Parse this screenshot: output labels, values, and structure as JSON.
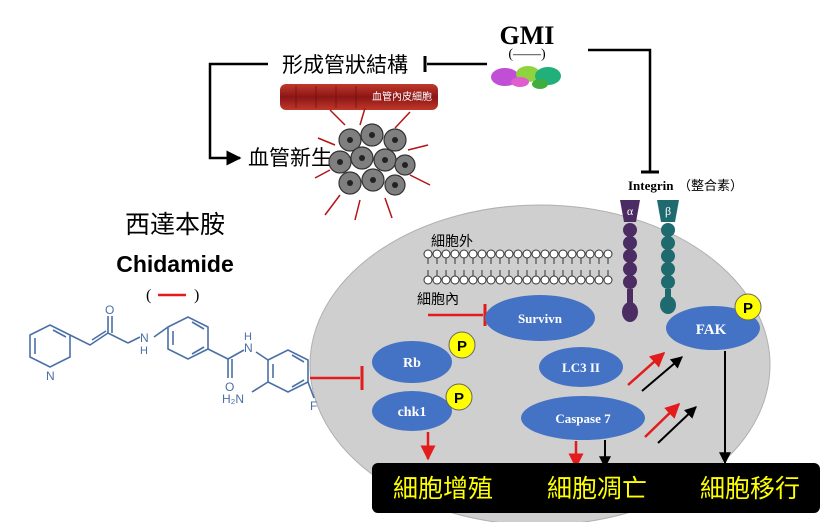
{
  "gmi": {
    "title": "GMI",
    "sign": "(——)"
  },
  "angiogenesis": {
    "tube_formation": "形成管狀結構",
    "endothelial": "血管內皮細胞",
    "neovascularization": "血管新生"
  },
  "chidamide": {
    "name_cn": "西達本胺",
    "name_en": "Chidamide",
    "sign_open": "(",
    "sign_close": ")",
    "atoms": {
      "n_pyridine": "N",
      "n_amide": "N",
      "h_amide": "H",
      "o_amide": "O",
      "n_amide2": "N",
      "h_amide2": "H",
      "o_carbonyl": "O",
      "nh2": "H₂N",
      "f": "F"
    }
  },
  "integrin": {
    "label": "Integrin",
    "label_cn": "（整合素）",
    "alpha": "α",
    "beta": "β"
  },
  "cell": {
    "outside": "細胞外",
    "inside": "細胞內"
  },
  "proteins": {
    "survivin": "Survivn",
    "rb": "Rb",
    "chk1": "chk1",
    "lc3": "LC3 II",
    "caspase7": "Caspase 7",
    "fak": "FAK",
    "phospho": "P"
  },
  "outcomes": {
    "proliferation": "細胞增殖",
    "apoptosis": "細胞凋亡",
    "migration": "細胞移行"
  },
  "colors": {
    "inhibit_red": "#e31b1b",
    "protein_blue": "#4472c4",
    "cell_gray": "#cfcfcf",
    "phospho_yellow": "#ffff00",
    "alpha_purple": "#4b2d63",
    "beta_teal": "#1f6a6e",
    "vessel_red": "#a51c1c"
  }
}
